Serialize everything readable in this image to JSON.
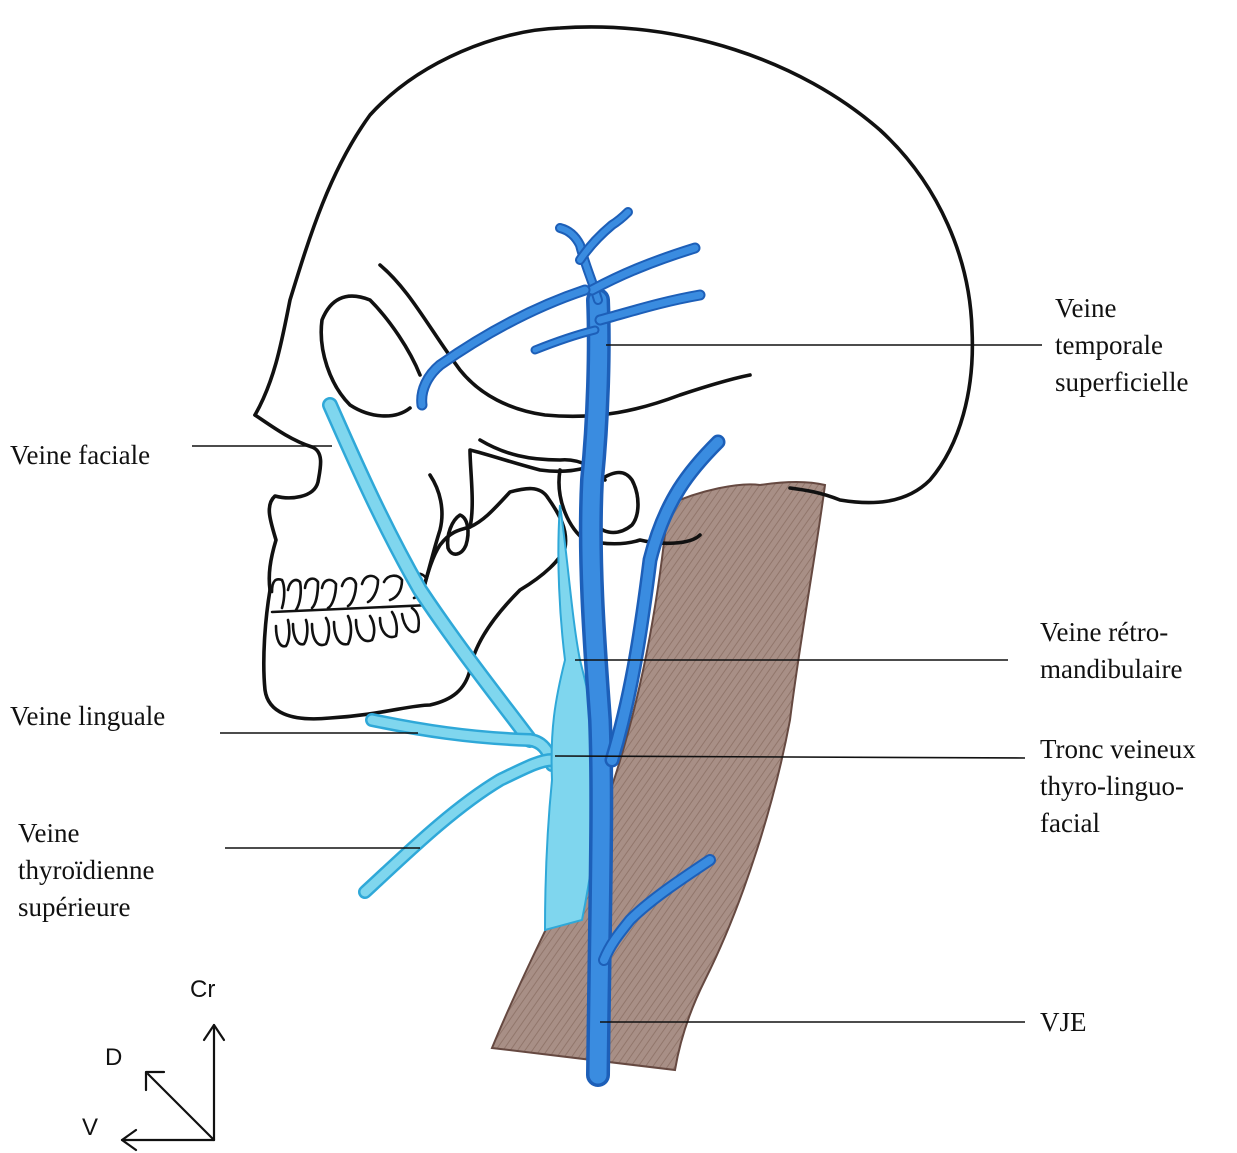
{
  "colors": {
    "skull_outline": "#111111",
    "vein_dark": "#2f7fd9",
    "vein_dark_edge": "#1d5fb8",
    "vein_light": "#7fd6ee",
    "vein_light_edge": "#2fa8d8",
    "muscle": "#a48a80",
    "muscle_edge": "#5e4037"
  },
  "labels": {
    "temporale": [
      "Veine",
      "temporale",
      "superficielle"
    ],
    "faciale": "Veine faciale",
    "retro": [
      "Veine rétro-",
      "mandibulaire"
    ],
    "linguale": "Veine linguale",
    "tronc": [
      "Tronc veineux",
      "thyro-linguo-",
      "facial"
    ],
    "thyroidienne": [
      "Veine",
      "thyroïdienne",
      "supérieure"
    ],
    "vje": "VJE"
  },
  "orientation": {
    "cranial": "Cr",
    "dorsal": "D",
    "ventral": "V"
  }
}
